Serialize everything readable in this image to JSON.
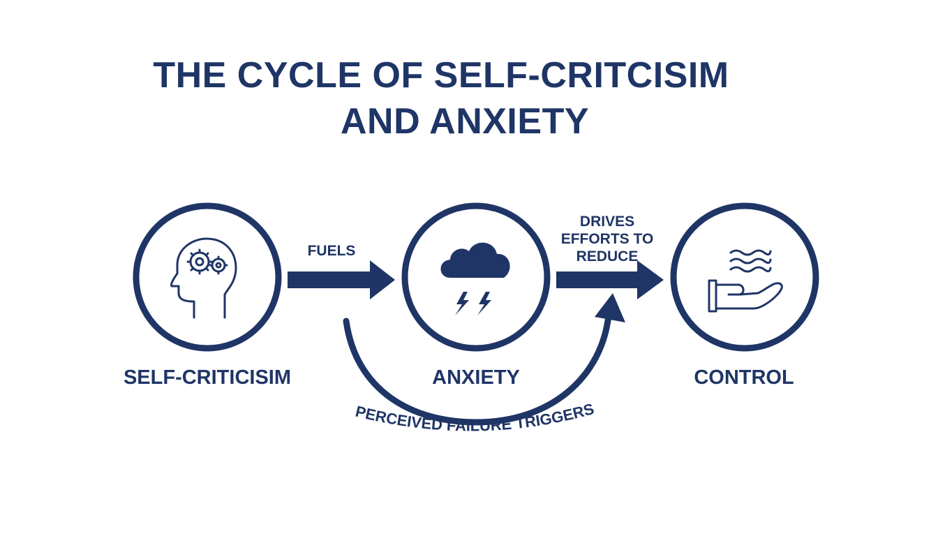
{
  "title": {
    "line1": "THE CYCLE OF SELF-CRITCISIM",
    "line2": "AND ANXIETY"
  },
  "nodes": [
    {
      "id": "self-criticism",
      "label": "SELF-CRITICISIM",
      "icon": "head-gears-icon"
    },
    {
      "id": "anxiety",
      "label": "ANXIETY",
      "icon": "storm-cloud-icon"
    },
    {
      "id": "control",
      "label": "CONTROL",
      "icon": "hand-waves-icon"
    }
  ],
  "arrows": {
    "fuels": "FUELS",
    "drives_line1": "DRIVES",
    "drives_line2": "EFFORTS TO",
    "drives_line3": "REDUCE",
    "loop": "PERCEIVED FAILURE TRIGGERS"
  },
  "colors": {
    "primary": "#1f3566",
    "background": "#ffffff"
  }
}
